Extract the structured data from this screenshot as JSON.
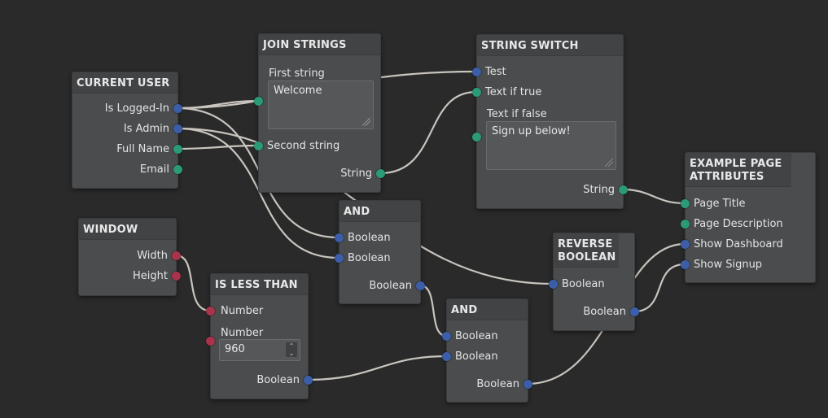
{
  "nodes": {
    "current_user": {
      "title": "CURRENT USER",
      "outputs": [
        "Is Logged-In",
        "Is Admin",
        "Full Name",
        "Email"
      ]
    },
    "window": {
      "title": "WINDOW",
      "outputs": [
        "Width",
        "Height"
      ]
    },
    "join_strings": {
      "title": "JOIN STRINGS",
      "first_label": "First string",
      "first_value": "Welcome",
      "second_label": "Second string",
      "output": "String"
    },
    "string_switch": {
      "title": "STRING SWITCH",
      "test_label": "Test",
      "true_label": "Text if true",
      "false_label": "Text if false",
      "false_value": "Sign up below!",
      "output": "String"
    },
    "and1": {
      "title": "AND",
      "inputs": [
        "Boolean",
        "Boolean"
      ],
      "output": "Boolean"
    },
    "is_less_than": {
      "title": "IS LESS THAN",
      "input1": "Number",
      "input2_label": "Number",
      "input2_value": "960",
      "spinner_up": "⌃",
      "spinner_down": "⌄",
      "output": "Boolean"
    },
    "and2": {
      "title": "AND",
      "inputs": [
        "Boolean",
        "Boolean"
      ],
      "output": "Boolean"
    },
    "reverse_boolean": {
      "title": "REVERSE BOOLEAN",
      "input": "Boolean",
      "output": "Boolean"
    },
    "example_page": {
      "title": "EXAMPLE PAGE ATTRIBUTES",
      "inputs": [
        "Page Title",
        "Page Description",
        "Show Dashboard",
        "Show Signup"
      ]
    }
  },
  "colors": {
    "background": "#2a2a2a",
    "node": "#4a4c4e",
    "boolean_port": "#3c5ea8",
    "string_port": "#2b9a76",
    "number_port": "#a8334a",
    "wire": "#c8c4be"
  }
}
